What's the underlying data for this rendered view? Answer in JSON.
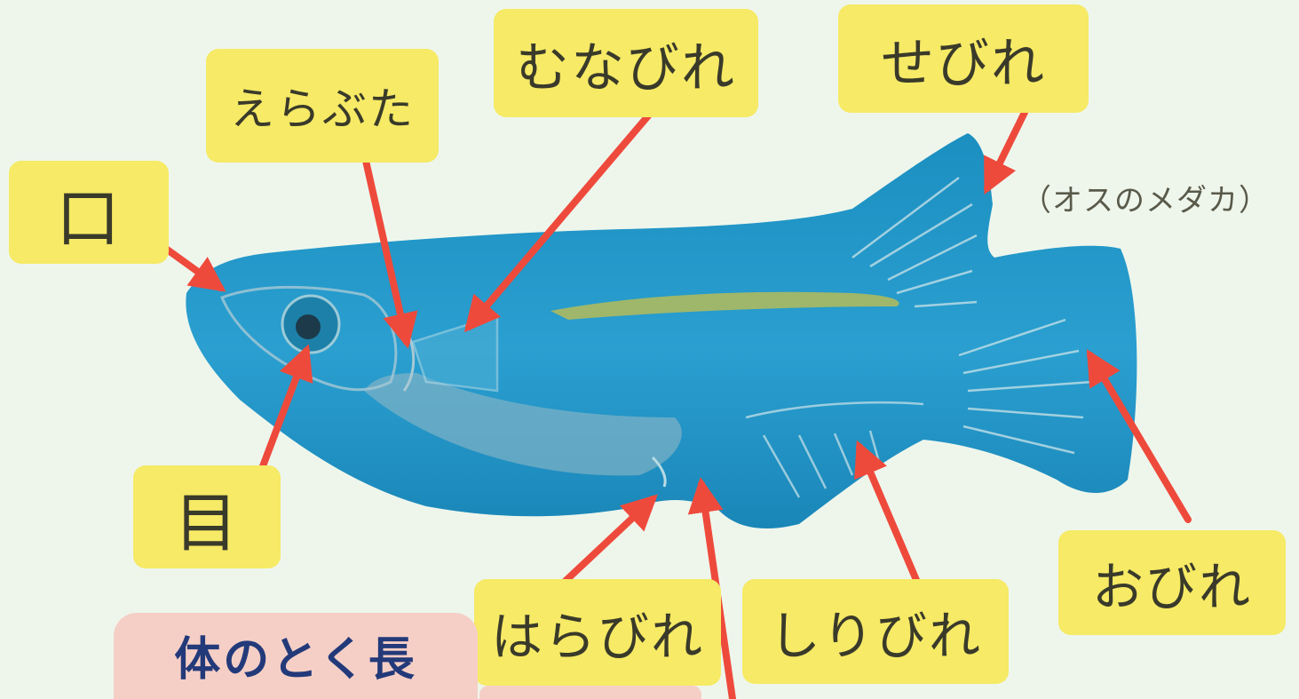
{
  "labels": {
    "kuchi": "口",
    "me": "目",
    "erabuta": "えらぶた",
    "munabire": "むなびれ",
    "sebire": "せびれ",
    "harabire": "はらびれ",
    "shiribire": "しりびれ",
    "obire": "おびれ"
  },
  "note": "（オスのメダカ）",
  "section_title": "体のとく長",
  "colors": {
    "background": "#eef6ec",
    "label_fill": "#f6ea66",
    "fish_body": "#1e93c2",
    "arrow": "#ee4a3c",
    "section_fill": "#f5cfc6",
    "section_text": "#233a7a"
  }
}
